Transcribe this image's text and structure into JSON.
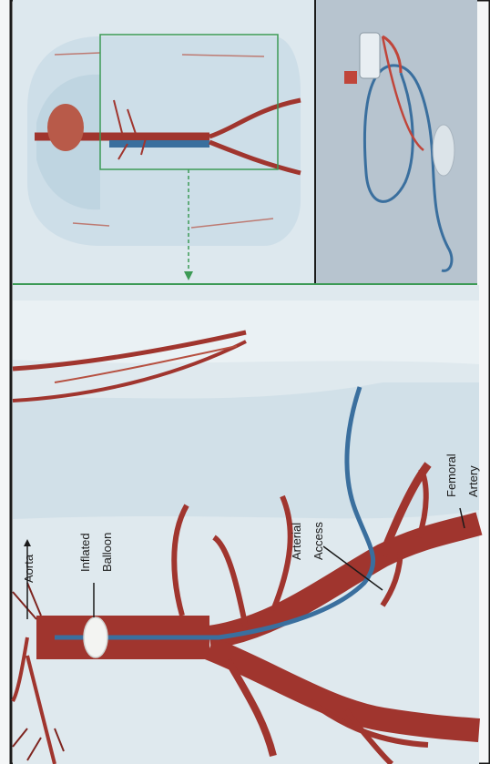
{
  "labels": {
    "aorta": "Aorta",
    "balloon_line1": "Inflated",
    "balloon_line2": "Balloon",
    "access_line1": "Arterial",
    "access_line2": "Access",
    "femoral_line1": "Femoral",
    "femoral_line2": "Artery"
  },
  "colors": {
    "vessel": "#a0352e",
    "vessel_dark": "#7e2520",
    "catheter": "#3a6f9e",
    "panel_bg": "#dfe9ee",
    "photo_bg": "#b7c4cf",
    "frame_green": "#3c9a55",
    "border": "#1a1a1a"
  }
}
